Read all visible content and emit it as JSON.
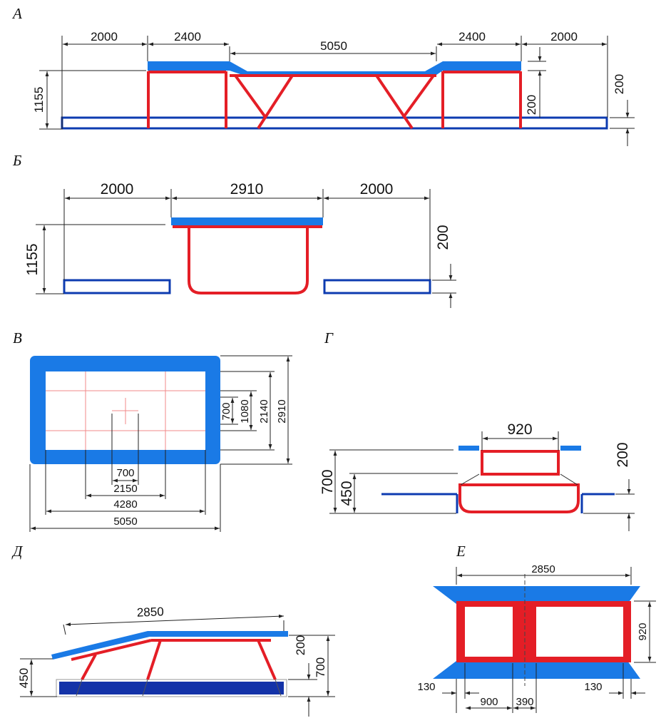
{
  "panels": {
    "a": {
      "label": "А",
      "dims": {
        "left_end": "2000",
        "left_bed": "2400",
        "center": "5050",
        "right_bed": "2400",
        "right_end": "2000",
        "height": "1155",
        "mat_height": "200",
        "right_height": "200"
      }
    },
    "b": {
      "label": "Б",
      "dims": {
        "left_end": "2000",
        "center": "2910",
        "right_end": "2000",
        "height": "1155",
        "mat_height": "200"
      }
    },
    "v": {
      "label": "В",
      "dims": {
        "h700": "700",
        "h1080": "1080",
        "h2140": "2140",
        "h2910": "2910",
        "w700": "700",
        "w2150": "2150",
        "w4280": "4280",
        "w5050": "5050"
      }
    },
    "g": {
      "label": "Г",
      "dims": {
        "top_width": "920",
        "height_700": "700",
        "height_450": "450",
        "mat_200": "200"
      }
    },
    "d": {
      "label": "Д",
      "dims": {
        "length": "2850",
        "h450": "450",
        "h200": "200",
        "h700": "700"
      }
    },
    "e": {
      "label": "Е",
      "dims": {
        "length": "2850",
        "width": "920",
        "left_130": "130",
        "w900": "900",
        "w390": "390",
        "right_130": "130"
      }
    }
  },
  "colors": {
    "frame": "#e41e26",
    "mat_frame": "#0d3bb0",
    "padding": "#1a7ae6",
    "bed_marks": "#f08a8a",
    "dimension_lines": "#222222"
  }
}
